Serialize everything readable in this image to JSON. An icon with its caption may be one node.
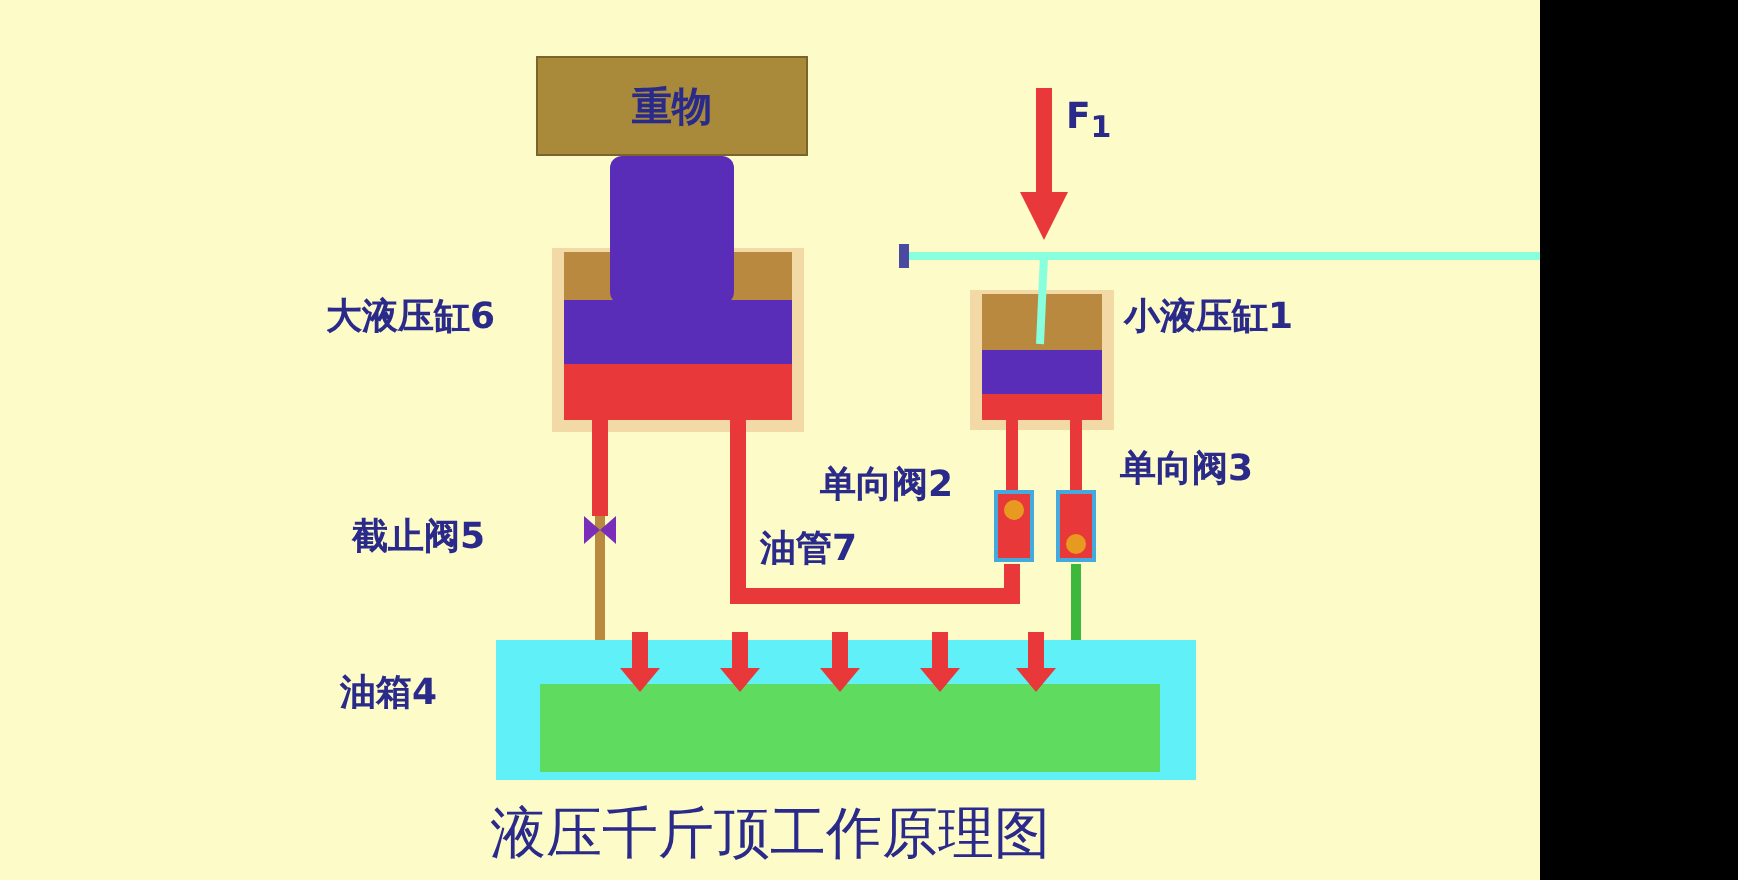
{
  "diagram": {
    "title": "液压千斤顶工作原理图",
    "nodes": [
      {
        "text": [
          "重物"
        ]
      }
    ],
    "labels": [
      "F$_{1}$",
      "大液压缸6",
      "小液压缸1",
      "单向阀2",
      "单向阀3",
      "截止阀5",
      "油管7",
      "油箱4"
    ]
  }
}
